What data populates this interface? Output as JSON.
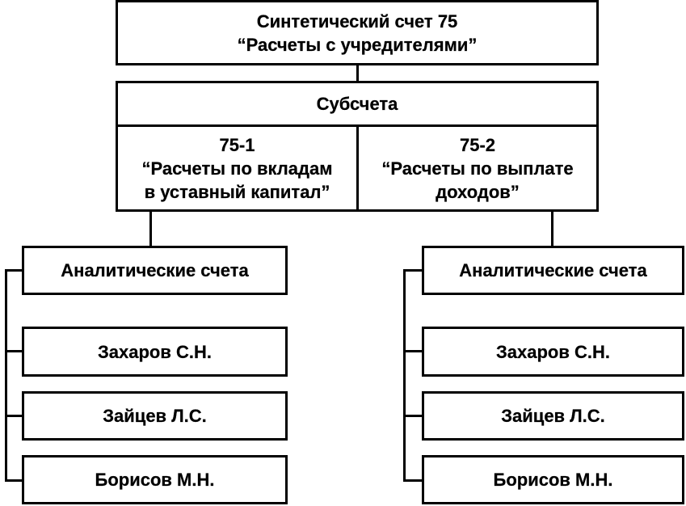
{
  "synthetic": {
    "line1": "Синтетический счет 75",
    "line2": "“Расчеты с учредителями”"
  },
  "subaccounts": {
    "header": "Субсчета",
    "left": {
      "code": "75-1",
      "name": "“Расчеты по вкладам\nв уставный капитал”"
    },
    "right": {
      "code": "75-2",
      "name": "“Расчеты по выплате\nдоходов”"
    }
  },
  "analytic_left": {
    "header": "Аналитические счета",
    "items": [
      "Захаров С.Н.",
      "Зайцев Л.С.",
      "Борисов М.Н."
    ]
  },
  "analytic_right": {
    "header": "Аналитические счета",
    "items": [
      "Захаров С.Н.",
      "Зайцев Л.С.",
      "Борисов М.Н."
    ]
  }
}
